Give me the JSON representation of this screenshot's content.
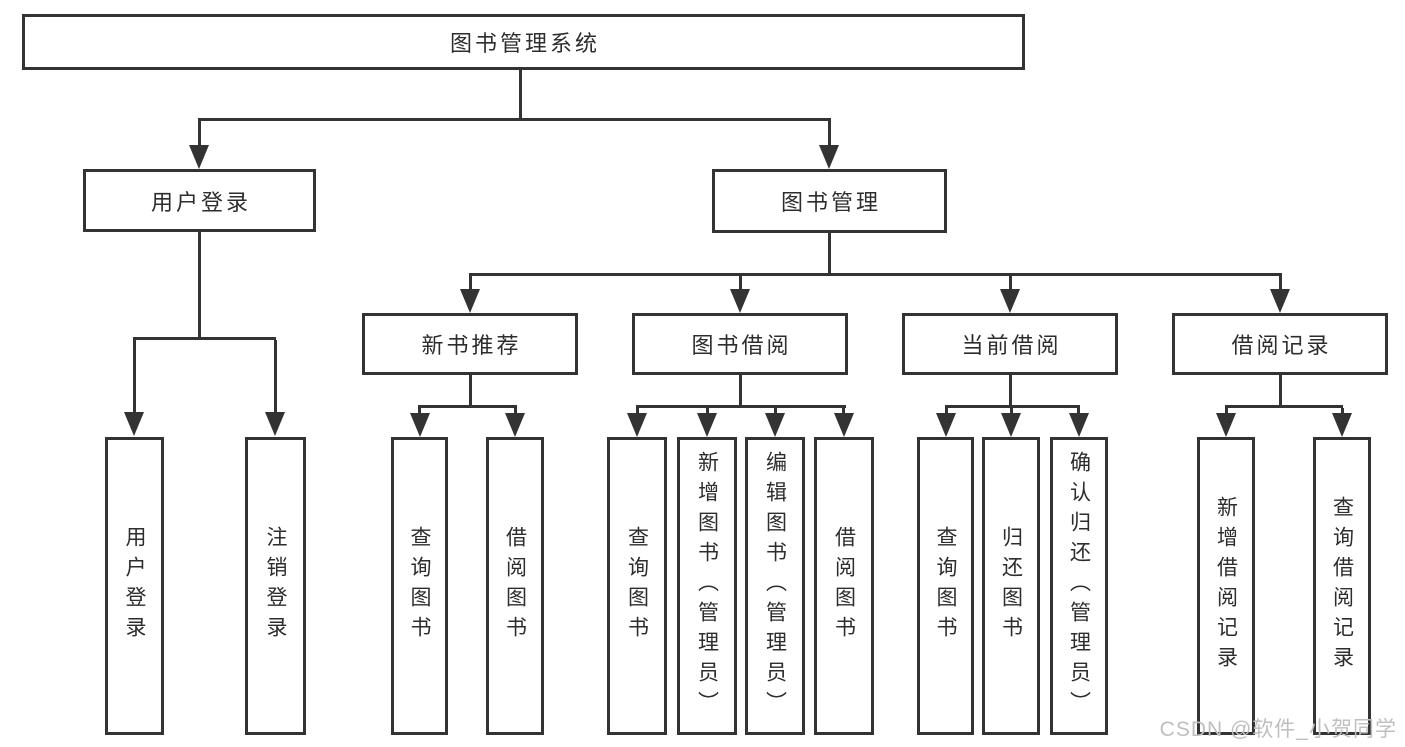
{
  "tree": {
    "label": "图书管理系统",
    "children": [
      {
        "label": "用户登录",
        "children": [
          {
            "label": "用户登录"
          },
          {
            "label": "注销登录"
          }
        ]
      },
      {
        "label": "图书管理",
        "children": [
          {
            "label": "新书推荐",
            "children": [
              {
                "label": "查询图书"
              },
              {
                "label": "借阅图书"
              }
            ]
          },
          {
            "label": "图书借阅",
            "children": [
              {
                "label": "查询图书"
              },
              {
                "label": "新增图书（管理员）"
              },
              {
                "label": "编辑图书（管理员）"
              },
              {
                "label": "借阅图书"
              }
            ]
          },
          {
            "label": "当前借阅",
            "children": [
              {
                "label": "查询图书"
              },
              {
                "label": "归还图书"
              },
              {
                "label": "确认归还（管理员）"
              }
            ]
          },
          {
            "label": "借阅记录",
            "children": [
              {
                "label": "新增借阅记录"
              },
              {
                "label": "查询借阅记录"
              }
            ]
          }
        ]
      }
    ]
  },
  "watermark": "CSDN @软件_小贺同学",
  "colors": {
    "line": "#333333",
    "text": "#2d2d2d",
    "background": "#ffffff",
    "watermark": "#bfbfbf"
  }
}
